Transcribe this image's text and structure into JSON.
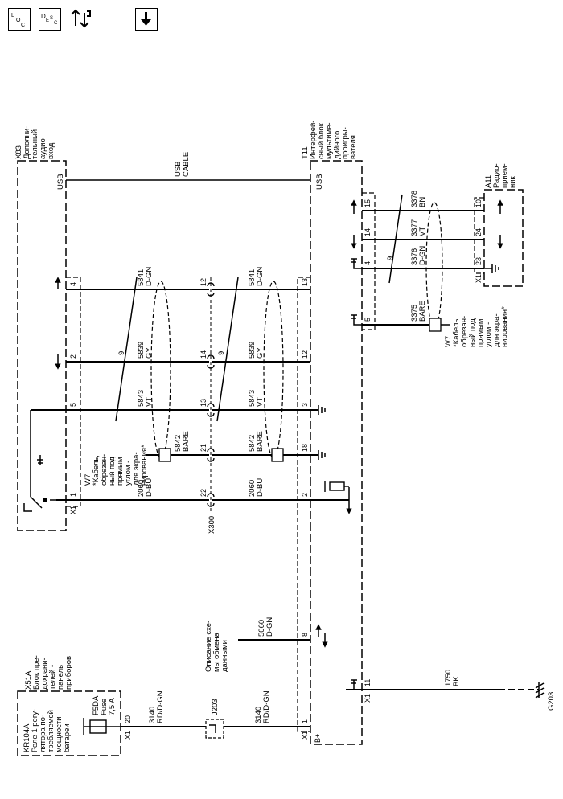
{
  "toolbar": {
    "loc_button": {
      "top": "L",
      "mid": "O",
      "sub": "C"
    },
    "desc_button": {
      "top": "D",
      "mid": "E",
      "sub": "S",
      "sub2": "C"
    },
    "diag_button_icon": "diagnostic-arrows-wrench-icon",
    "download_button_icon": "arrow-down-icon"
  },
  "components": {
    "x83": {
      "id": "X83",
      "desc": [
        "Дополни-",
        "тельный",
        "аудио",
        "вход"
      ]
    },
    "t11": {
      "id": "T11",
      "desc": [
        "Интерфей-",
        "сный блок",
        "мультиме-",
        "дийного",
        "проигры-",
        "вателя"
      ]
    },
    "a11": {
      "id": "A11",
      "desc": [
        "Радио-",
        "прием-",
        "ник"
      ]
    },
    "x51a": {
      "id": "X51A",
      "desc": [
        "Блок пре-",
        "дохрани-",
        "телей -",
        "панель",
        "приборов"
      ]
    },
    "kr104a": {
      "id": "KR104A",
      "desc": [
        "Реле 1 регу-",
        "лятора по-",
        "требляемой",
        "мощности",
        "батареи"
      ]
    },
    "fuse": {
      "id": "F5DA",
      "desc": [
        "Fuse",
        "7,5 A"
      ]
    },
    "j203": {
      "id": "J203"
    },
    "x300": {
      "id": "X300"
    },
    "g203": {
      "id": "G203"
    },
    "w7a": {
      "lines": [
        "W7",
        "*Кабель,",
        "обрезан-",
        "ный под",
        "прямым",
        "углом -",
        "для экра-",
        "нирования*"
      ]
    },
    "w7b": {
      "lines": [
        "W7",
        "*Кабель,",
        "обрезан-",
        "ный под",
        "прямым",
        "углом -",
        "для экра-",
        "нирования*"
      ]
    },
    "comm_desc": {
      "lines": [
        "Описание схе-",
        "мы обмена",
        "данными"
      ]
    }
  },
  "wires": {
    "usb": {
      "label": "USB",
      "cable": [
        "USB",
        "CABLE"
      ]
    },
    "w5841": {
      "circuit": "5841",
      "color": "D-GN"
    },
    "w5839": {
      "circuit": "5839",
      "color": "GY"
    },
    "w5843": {
      "circuit": "5843",
      "color": "VT"
    },
    "w5842": {
      "circuit": "5842",
      "color": "BARE"
    },
    "w2060": {
      "circuit": "2060",
      "color": "D-BU"
    },
    "w5060": {
      "circuit": "5060",
      "color": "D-GN"
    },
    "w3140": {
      "circuit": "3140",
      "color": "RD/D-GN"
    },
    "w1750": {
      "circuit": "1750",
      "color": "BK"
    },
    "w3378": {
      "circuit": "3378",
      "color": "BN"
    },
    "w3377": {
      "circuit": "3377",
      "color": "VT"
    },
    "w3376": {
      "circuit": "3376",
      "color": "D-GN"
    },
    "w3375": {
      "circuit": "3375",
      "color": "BARE"
    },
    "twist": "9"
  },
  "pins": {
    "x83": [
      "4",
      "2",
      "5",
      "1",
      "X1"
    ],
    "x300": [
      "12",
      "14",
      "13",
      "21",
      "22",
      "X300"
    ],
    "t11": [
      "13",
      "12",
      "3",
      "18",
      "2",
      "8",
      "1",
      "11",
      "X1",
      "15",
      "14",
      "4",
      "5"
    ],
    "a11": [
      "10",
      "24",
      "23",
      "X1"
    ],
    "x51a": [
      "20",
      "X1"
    ],
    "bplus": "B+"
  }
}
